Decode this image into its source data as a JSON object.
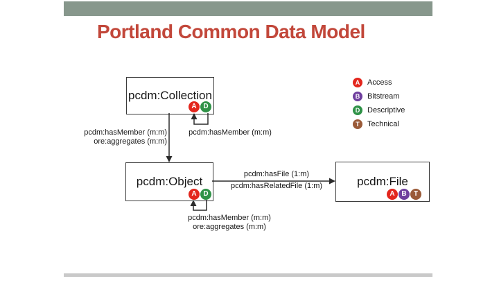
{
  "slide": {
    "title": "Portland Common Data Model",
    "title_color": "#c2473a",
    "top_bar_color": "#87978c",
    "bottom_bar_color": "#c9c9c9"
  },
  "nodes": [
    {
      "id": "collection",
      "label": "pcdm:Collection",
      "badges": [
        "A",
        "D"
      ]
    },
    {
      "id": "object",
      "label": "pcdm:Object",
      "badges": [
        "A",
        "D"
      ]
    },
    {
      "id": "file",
      "label": "pcdm:File",
      "badges": [
        "A",
        "B",
        "T"
      ]
    }
  ],
  "edges": {
    "collection_to_object": {
      "line1": "pcdm:hasMember (m:m)",
      "line2": "ore:aggregates (m:m)"
    },
    "collection_self": {
      "label": "pcdm:hasMember (m:m)"
    },
    "object_self": {
      "line1": "pcdm:hasMember (m:m)",
      "line2": "ore:aggregates (m:m)"
    },
    "object_to_file": {
      "line1": "pcdm:hasFile (1:m)",
      "line2": "pcdm:hasRelatedFile (1:m)"
    }
  },
  "badge_colors": {
    "A": "#e3261d",
    "B": "#6f3f9e",
    "D": "#2f9247",
    "T": "#9a5a38"
  },
  "legend": {
    "items": [
      {
        "letter": "A",
        "label": "Access",
        "color": "#e3261d"
      },
      {
        "letter": "B",
        "label": "Bitstream",
        "color": "#6f3f9e"
      },
      {
        "letter": "D",
        "label": "Descriptive",
        "color": "#2f9247"
      },
      {
        "letter": "T",
        "label": "Technical",
        "color": "#9a5a38"
      }
    ]
  }
}
